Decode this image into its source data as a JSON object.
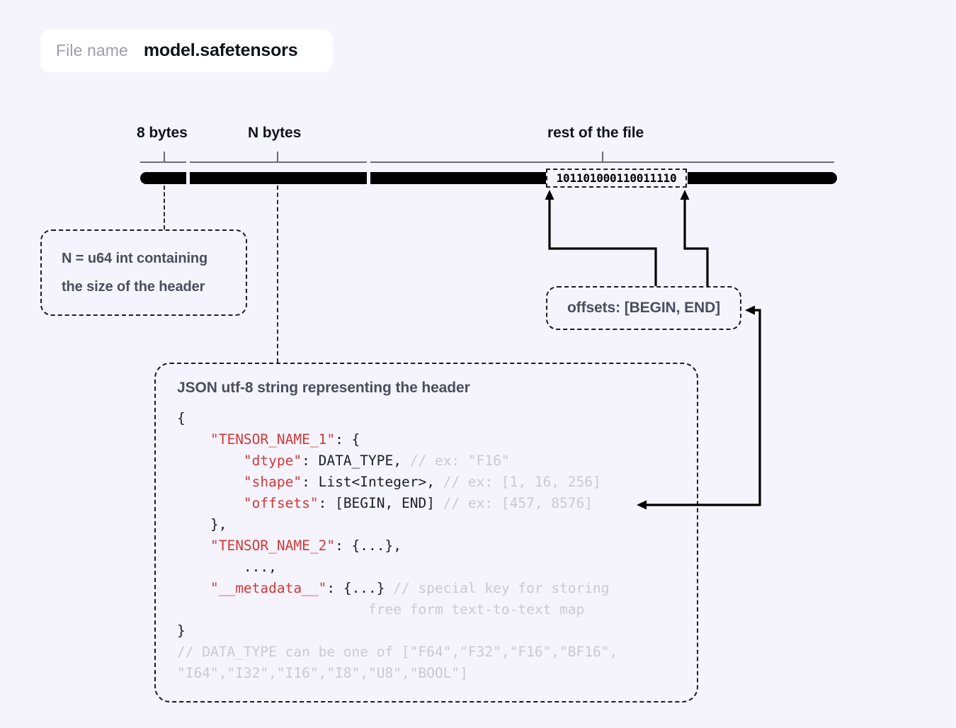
{
  "filename_bar": {
    "label": "File name",
    "value": "model.safetensors"
  },
  "segments": {
    "labels": [
      "8 bytes",
      "N bytes",
      "rest of the file"
    ]
  },
  "binary_chunk": {
    "bits": "101101000110011110"
  },
  "callouts": {
    "n_header": {
      "line1": "N = u64 int containing",
      "line2": "the size of the header"
    },
    "offsets": {
      "text": "offsets: [BEGIN, END]"
    }
  },
  "json_box": {
    "title": "JSON utf-8 string representing the header",
    "code_lines": [
      {
        "parts": [
          {
            "t": "{",
            "c": "p"
          }
        ]
      },
      {
        "parts": [
          {
            "t": "    ",
            "c": "p"
          },
          {
            "t": "\"TENSOR_NAME_1\"",
            "c": "k"
          },
          {
            "t": ": {",
            "c": "p"
          }
        ]
      },
      {
        "parts": [
          {
            "t": "        ",
            "c": "p"
          },
          {
            "t": "\"dtype\"",
            "c": "k"
          },
          {
            "t": ": DATA_TYPE, ",
            "c": "p"
          },
          {
            "t": "// ex: \"F16\"",
            "c": "cm"
          }
        ]
      },
      {
        "parts": [
          {
            "t": "        ",
            "c": "p"
          },
          {
            "t": "\"shape\"",
            "c": "k"
          },
          {
            "t": ": List<Integer>, ",
            "c": "p"
          },
          {
            "t": "// ex: [1, 16, 256]",
            "c": "cm"
          }
        ]
      },
      {
        "parts": [
          {
            "t": "        ",
            "c": "p"
          },
          {
            "t": "\"offsets\"",
            "c": "k"
          },
          {
            "t": ": [BEGIN, END] ",
            "c": "p"
          },
          {
            "t": "// ex: [457, 8576]",
            "c": "cm"
          }
        ]
      },
      {
        "parts": [
          {
            "t": "    },",
            "c": "p"
          }
        ]
      },
      {
        "parts": [
          {
            "t": "    ",
            "c": "p"
          },
          {
            "t": "\"TENSOR_NAME_2\"",
            "c": "k"
          },
          {
            "t": ": {...},",
            "c": "p"
          }
        ]
      },
      {
        "parts": [
          {
            "t": "        ...,",
            "c": "p"
          }
        ]
      },
      {
        "parts": [
          {
            "t": "    ",
            "c": "p"
          },
          {
            "t": "\"__metadata__\"",
            "c": "k"
          },
          {
            "t": ": {...} ",
            "c": "p"
          },
          {
            "t": "// special key for storing",
            "c": "cm"
          }
        ]
      },
      {
        "parts": [
          {
            "t": "                       ",
            "c": "p"
          },
          {
            "t": "free form text-to-text map",
            "c": "cm"
          }
        ]
      },
      {
        "parts": [
          {
            "t": "}",
            "c": "p"
          }
        ]
      },
      {
        "parts": [
          {
            "t": "// DATA_TYPE can be one of [\"F64\",\"F32\",\"F16\",\"BF16\",",
            "c": "cm"
          }
        ]
      },
      {
        "parts": [
          {
            "t": "\"I64\",\"I32\",\"I16\",\"I8\",\"U8\",\"BOOL\"]",
            "c": "cm"
          }
        ]
      }
    ]
  },
  "colors": {
    "background": "#f5f4fd",
    "bar": "#000000",
    "key_red": "#d03a3a",
    "comment_gray": "#c9c9d4",
    "callout_text": "#4a4d5e",
    "ruler": "#6b6b75"
  }
}
